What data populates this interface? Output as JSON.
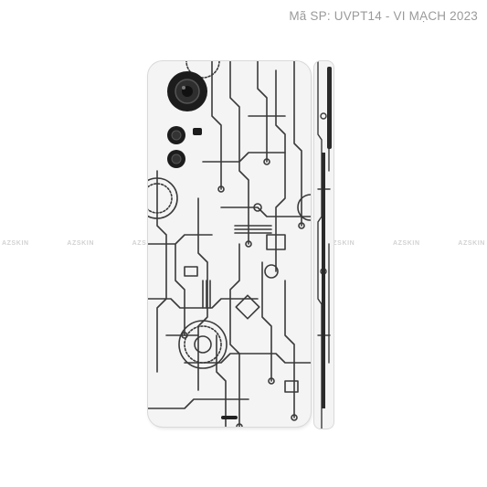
{
  "header": {
    "product_code": "Mã SP: UVPT14 - VI MẠCH 2023"
  },
  "product": {
    "pattern": "circuit-board",
    "skin_color": "#f4f4f4",
    "trace_color": "#333333",
    "camera_color": "#1c1c1c"
  },
  "watermark": {
    "text": "AZSKIN"
  },
  "icons": [
    "camera-lens-icon"
  ]
}
